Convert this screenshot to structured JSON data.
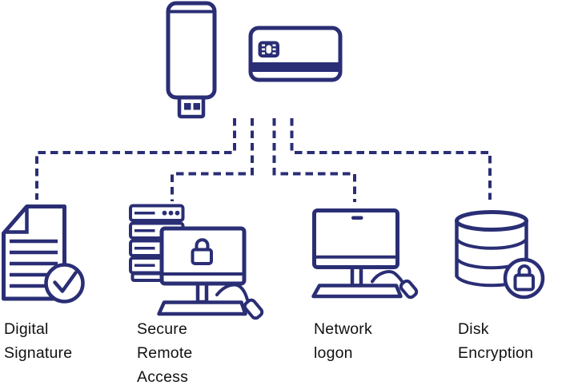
{
  "diagram": {
    "accent_color": "#2a2e75",
    "text_color": "#111111",
    "background_color": "#ffffff",
    "devices": [
      {
        "id": "usb-token",
        "icon": "usb-flash-drive-icon"
      },
      {
        "id": "smart-card",
        "icon": "smart-card-icon"
      }
    ],
    "use_cases": [
      {
        "id": "digital-signature",
        "icon": "document-check-icon",
        "line1": "Digital",
        "line2": "Signature"
      },
      {
        "id": "secure-remote-access",
        "icon": "server-monitor-lock-icon",
        "line1": "Secure",
        "line2": "Remote",
        "line3": "Access"
      },
      {
        "id": "network-logon",
        "icon": "desktop-computer-icon",
        "line1": "Network",
        "line2": "logon"
      },
      {
        "id": "disk-encryption",
        "icon": "database-lock-icon",
        "line1": "Disk",
        "line2": "Encryption"
      }
    ]
  }
}
